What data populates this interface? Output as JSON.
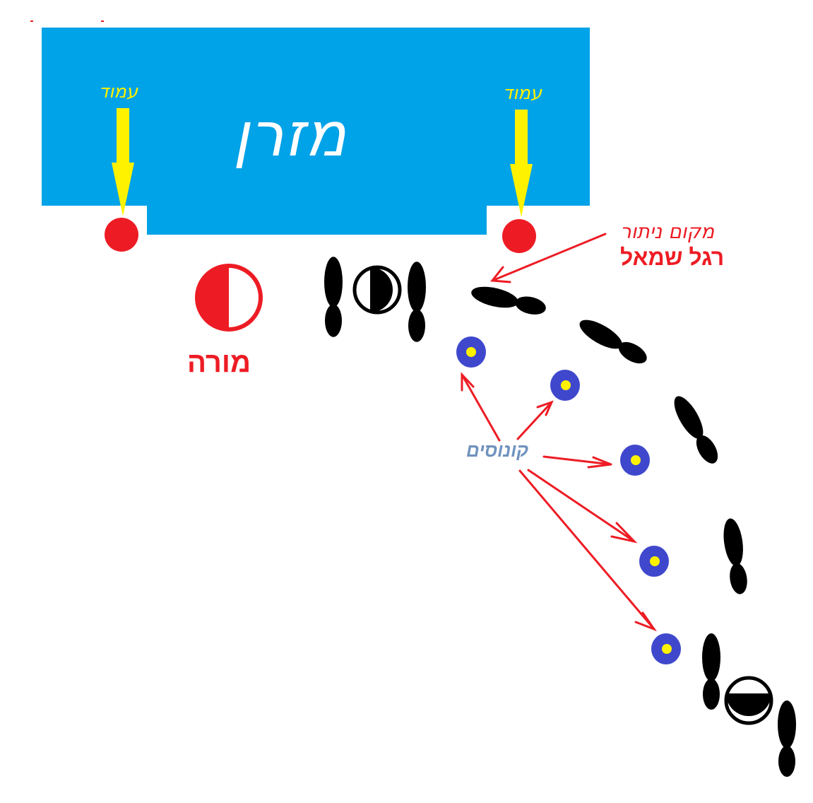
{
  "diagram": {
    "mat": {
      "label": "מזרן",
      "color": "#00a2e8"
    },
    "pillars": [
      {
        "label": "עמוד",
        "side": "left"
      },
      {
        "label": "עמוד",
        "side": "right"
      }
    ],
    "teacher": {
      "label": "מורה",
      "color": "#ed1c24"
    },
    "landing_spot": {
      "line1": "מקום ניתור",
      "line2": "רגל שמאל",
      "color": "#ed1c24"
    },
    "cones": {
      "label": "קונוסים",
      "count": 5,
      "outer_color": "#3f48cc",
      "inner_color": "#fff200",
      "label_color": "#7092be"
    },
    "colors": {
      "mat": "#00a2e8",
      "pillar_arrow": "#fff200",
      "pillar_dot": "#ed1c24",
      "annotation_arrow": "#ed1c24",
      "footprint": "#000000",
      "background": "#ffffff"
    },
    "legend": {
      "footprints": "footprint-trail",
      "student_start": "student-at-start",
      "student_end": "student-at-takeoff"
    }
  }
}
